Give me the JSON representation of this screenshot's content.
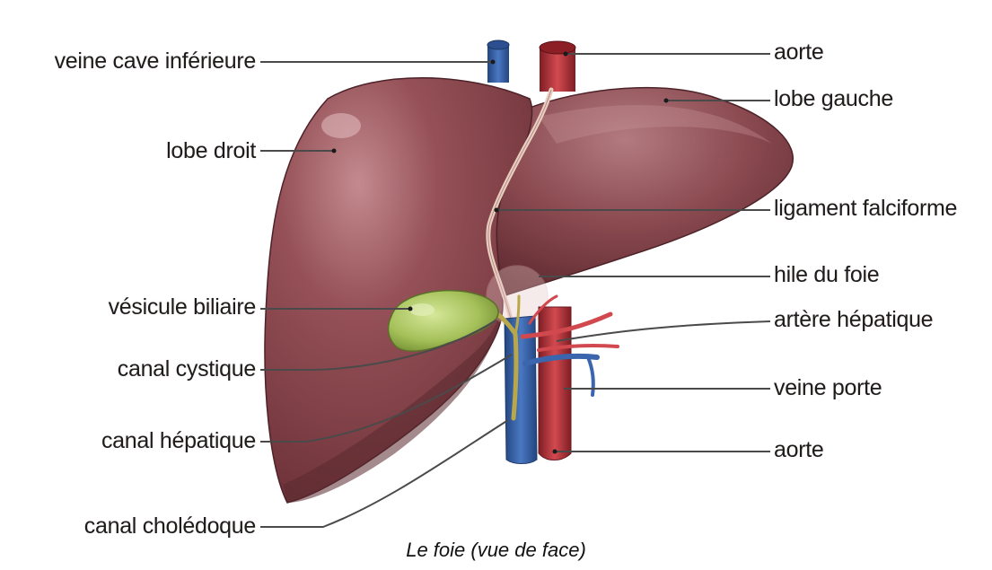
{
  "figure": {
    "caption": "Le foie (vue de face)",
    "labels_left": [
      {
        "id": "veine-cave-inferieure",
        "text": "veine cave inférieure"
      },
      {
        "id": "lobe-droit",
        "text": "lobe droit"
      },
      {
        "id": "vesicule-biliaire",
        "text": "vésicule biliaire"
      },
      {
        "id": "canal-cystique",
        "text": "canal cystique"
      },
      {
        "id": "canal-hepatique",
        "text": "canal hépatique"
      },
      {
        "id": "canal-choledoque",
        "text": "canal cholédoque"
      }
    ],
    "labels_right": [
      {
        "id": "aorte-top",
        "text": "aorte"
      },
      {
        "id": "lobe-gauche",
        "text": "lobe gauche"
      },
      {
        "id": "ligament-falciforme",
        "text": "ligament falciforme"
      },
      {
        "id": "hile-du-foie",
        "text": "hile du foie"
      },
      {
        "id": "artere-hepatique",
        "text": "artère hépatique"
      },
      {
        "id": "veine-porte",
        "text": "veine porte"
      },
      {
        "id": "aorte-bottom",
        "text": "aorte"
      }
    ]
  },
  "colors": {
    "liver": "#8e4a4f",
    "liver_dark": "#5e2a30",
    "gallbladder": "#a8c45a",
    "vein": "#3a63a8",
    "aorta": "#b8343a",
    "leader": "#4a4a4a"
  }
}
